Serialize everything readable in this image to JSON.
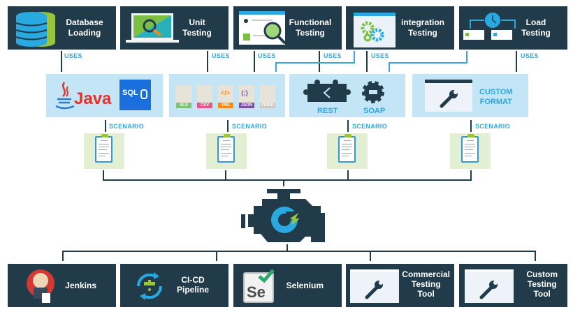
{
  "top_row": [
    {
      "id": "database-loading",
      "label_line1": "Database",
      "label_line2": "Loading",
      "icon": "database-icon"
    },
    {
      "id": "unit-testing",
      "label_line1": "Unit",
      "label_line2": "Testing",
      "icon": "laptop-magnifier-icon"
    },
    {
      "id": "functional-testing",
      "label_line1": "Functional",
      "label_line2": "Testing",
      "icon": "webpage-magnifier-icon"
    },
    {
      "id": "integration-testing",
      "label_line1": "integration",
      "label_line2": "Testing",
      "icon": "gears-window-icon"
    },
    {
      "id": "load-testing",
      "label_line1": "Load",
      "label_line2": "Testing",
      "icon": "clock-network-icon"
    }
  ],
  "connector_labels": {
    "uses": "USES",
    "scenario": "SCENARIO"
  },
  "sources": {
    "java_label": "Java",
    "sql_label": "SQL",
    "file_formats": [
      "XLS",
      "CSV",
      "XML",
      "JSON",
      "FIXED"
    ],
    "file_format_colors": [
      "#7fc07a",
      "#e5568a",
      "#f08c1e",
      "#7a4fa3",
      "#cfc8bd"
    ],
    "rest_label": "REST",
    "soap_label": "SOAP",
    "custom_line1": "CUSTOM",
    "custom_line2": "FORMAT"
  },
  "engine": {
    "name": "engine-icon",
    "accent": "#2aa8e0",
    "bolt": "#9ac43c"
  },
  "bottom_row": [
    {
      "id": "jenkins",
      "label_line1": "Jenkins",
      "icon": "jenkins-icon"
    },
    {
      "id": "ci-cd-pipeline",
      "label_line1": "CI-CD",
      "label_line2": "Pipeline",
      "icon": "pipeline-icon"
    },
    {
      "id": "selenium",
      "label_line1": "Selenium",
      "icon": "selenium-icon",
      "icon_text": "Se"
    },
    {
      "id": "commercial-testing-tool",
      "label_line1": "Commercial",
      "label_line2": "Testing",
      "label_line3": "Tool",
      "icon": "wrench-window-icon"
    },
    {
      "id": "custom-testing-tool",
      "label_line1": "Custom",
      "label_line2": "Testing",
      "label_line3": "Tool",
      "icon": "wrench-window-icon"
    }
  ],
  "colors": {
    "dark": "#223b4b",
    "light_blue": "#c3e5f5",
    "accent_blue": "#3aa7dc",
    "scenario_bg": "#e3efd2"
  }
}
